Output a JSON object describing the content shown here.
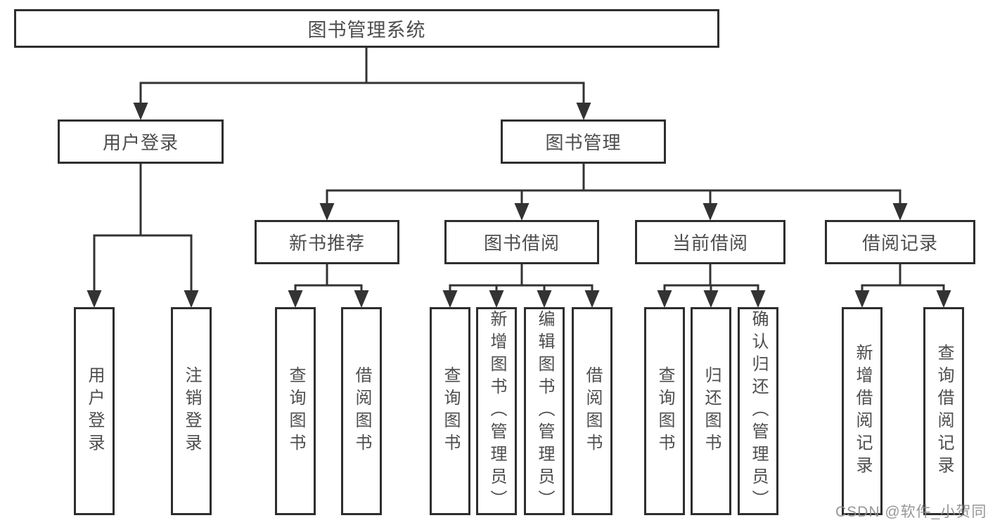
{
  "colors": {
    "line": "#333333",
    "box_border": "#2e2e2e",
    "box_fill": "#ffffff",
    "label_text": "#4d4d4d",
    "watermark_text": "#8c8c8c"
  },
  "watermark": {
    "text": "CSDN @软件_小贺同学"
  },
  "tree": {
    "label": "图书管理系统",
    "children": [
      {
        "label": "用户登录",
        "children": [
          {
            "label": "用户登录"
          },
          {
            "label": "注销登录"
          }
        ]
      },
      {
        "label": "图书管理",
        "children": [
          {
            "label": "新书推荐",
            "children": [
              {
                "label": "查询图书"
              },
              {
                "label": "借阅图书"
              }
            ]
          },
          {
            "label": "图书借阅",
            "children": [
              {
                "label": "查询图书"
              },
              {
                "label": "新增图书（管理员）"
              },
              {
                "label": "编辑图书（管理员）"
              },
              {
                "label": "借阅图书"
              }
            ]
          },
          {
            "label": "当前借阅",
            "children": [
              {
                "label": "查询图书"
              },
              {
                "label": "归还图书"
              },
              {
                "label": "确认归还（管理员）"
              }
            ]
          },
          {
            "label": "借阅记录",
            "children": [
              {
                "label": "新增借阅记录"
              },
              {
                "label": "查询借阅记录"
              }
            ]
          }
        ]
      }
    ]
  }
}
